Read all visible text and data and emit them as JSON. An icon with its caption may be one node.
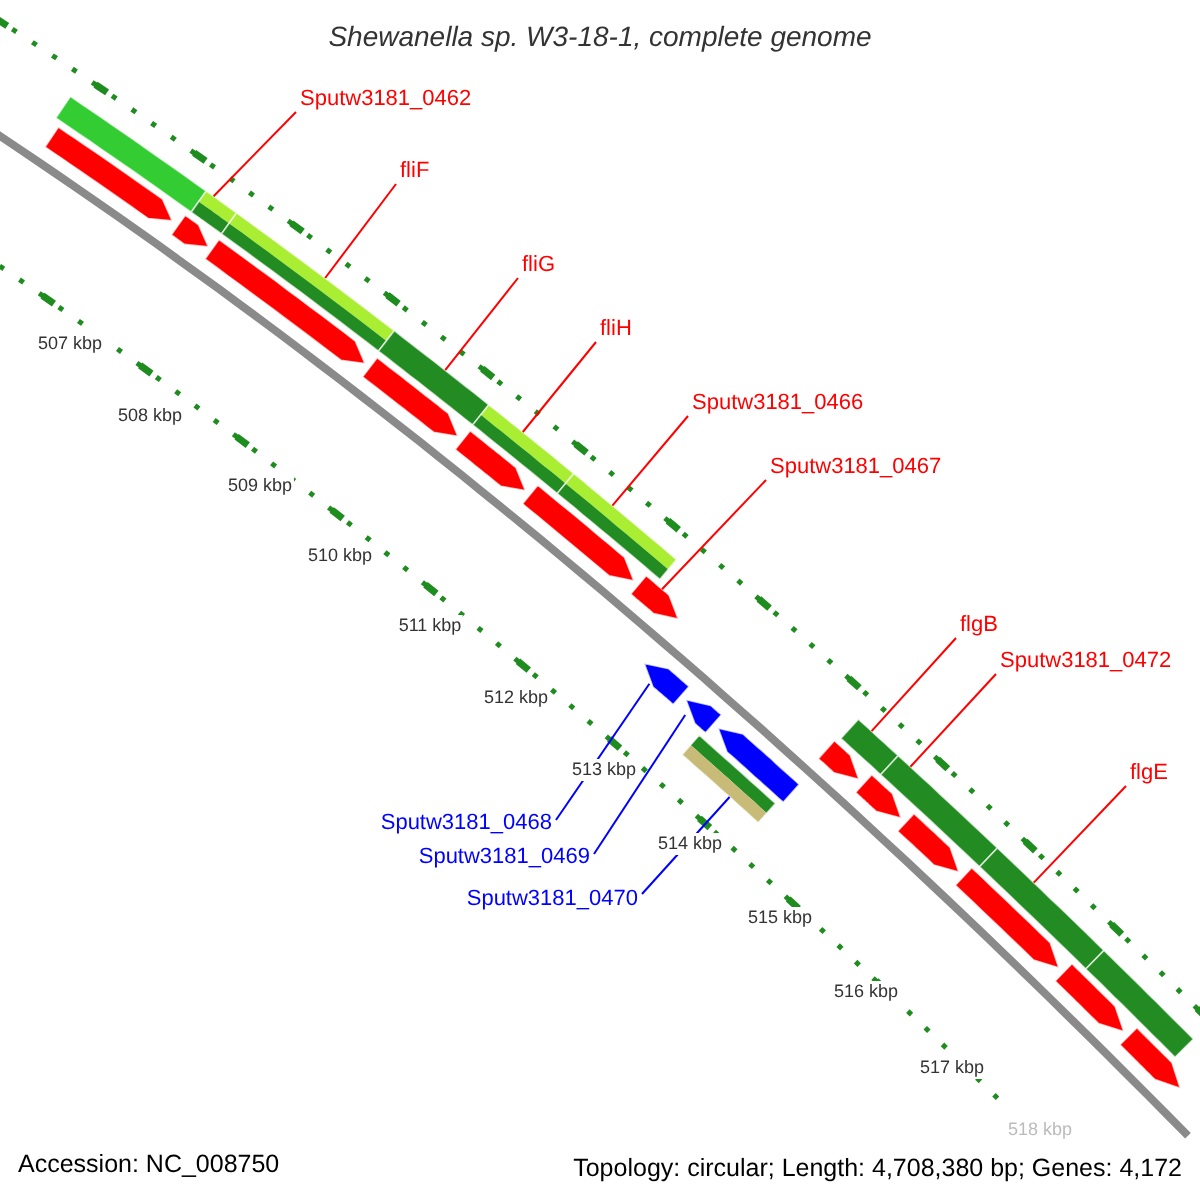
{
  "diagram": {
    "title": "Shewanella sp. W3-18-1, complete genome",
    "nodes": [
      {
        "text": [
          "Sputw3181_0462"
        ]
      },
      {
        "text": [
          "fliF"
        ]
      },
      {
        "text": [
          "fliG"
        ]
      },
      {
        "text": [
          "fliH"
        ]
      },
      {
        "text": [
          "Sputw3181_0466"
        ]
      },
      {
        "text": [
          "Sputw3181_0467"
        ]
      },
      {
        "text": [
          "flgB"
        ]
      },
      {
        "text": [
          "Sputw3181_0472"
        ]
      },
      {
        "text": [
          "flgE"
        ]
      },
      {
        "text": [
          "Sputw3181_0468"
        ]
      },
      {
        "text": [
          "Sputw3181_0469"
        ]
      },
      {
        "text": [
          "Sputw3181_0470"
        ]
      },
      {
        "text": [],
        "shape": "bar"
      },
      {
        "text": [],
        "shape": "bar"
      },
      {
        "text": [],
        "shape": "bar"
      },
      {
        "text": [],
        "shape": "bar"
      },
      {
        "text": [],
        "shape": "bar"
      },
      {
        "text": [],
        "shape": "bar"
      },
      {
        "text": [],
        "shape": "bar"
      },
      {
        "text": [],
        "shape": "bar"
      },
      {
        "text": [],
        "shape": "bar"
      },
      {
        "text": [],
        "shape": "bar"
      },
      {
        "text": [],
        "shape": "arrow"
      },
      {
        "text": [],
        "shape": "arrow"
      },
      {
        "text": [],
        "shape": "arrow"
      },
      {
        "text": [],
        "shape": "arrow"
      },
      {
        "text": [],
        "shape": "arrow"
      },
      {
        "text": [],
        "shape": "arrow"
      },
      {
        "text": [],
        "shape": "arrow"
      },
      {
        "text": [],
        "shape": "arrow"
      },
      {
        "text": [],
        "shape": "arrow"
      },
      {
        "text": [],
        "shape": "arrow"
      },
      {
        "text": [],
        "shape": "arrow"
      },
      {
        "text": [],
        "shape": "arrow"
      },
      {
        "text": [],
        "shape": "arrow"
      },
      {
        "text": [],
        "shape": "arrow"
      },
      {
        "text": [],
        "shape": "arrow"
      },
      {
        "text": [],
        "shape": "arrow"
      },
      {
        "text": [],
        "shape": "bar"
      }
    ],
    "edges": [
      {
        "from": 0,
        "to": 13,
        "arrow": "none"
      },
      {
        "from": 1,
        "to": 14,
        "arrow": "none"
      },
      {
        "from": 2,
        "to": 15,
        "arrow": "none"
      },
      {
        "from": 3,
        "to": 16,
        "arrow": "none"
      },
      {
        "from": 4,
        "to": 17,
        "arrow": "none"
      },
      {
        "from": 5,
        "to": 28,
        "arrow": "none"
      },
      {
        "from": 6,
        "to": 18,
        "arrow": "none"
      },
      {
        "from": 7,
        "to": 19,
        "arrow": "none"
      },
      {
        "from": 8,
        "to": 20,
        "arrow": "none"
      },
      {
        "from": 9,
        "to": 35,
        "arrow": "none",
        "color": "#0000ff"
      },
      {
        "from": 10,
        "to": 36,
        "arrow": "none",
        "color": "#0000ff"
      },
      {
        "from": 11,
        "to": 38,
        "arrow": "none",
        "color": "#0000ff"
      }
    ],
    "labels": [
      "507 kbp",
      "508 kbp",
      "509 kbp",
      "510 kbp",
      "511 kbp",
      "512 kbp",
      "513 kbp",
      "514 kbp",
      "515 kbp",
      "516 kbp",
      "517 kbp",
      "518 kbp",
      "Accession: NC_008750",
      "Topology: circular; Length: 4,708,380 bp; Genes: 4,172"
    ]
  }
}
